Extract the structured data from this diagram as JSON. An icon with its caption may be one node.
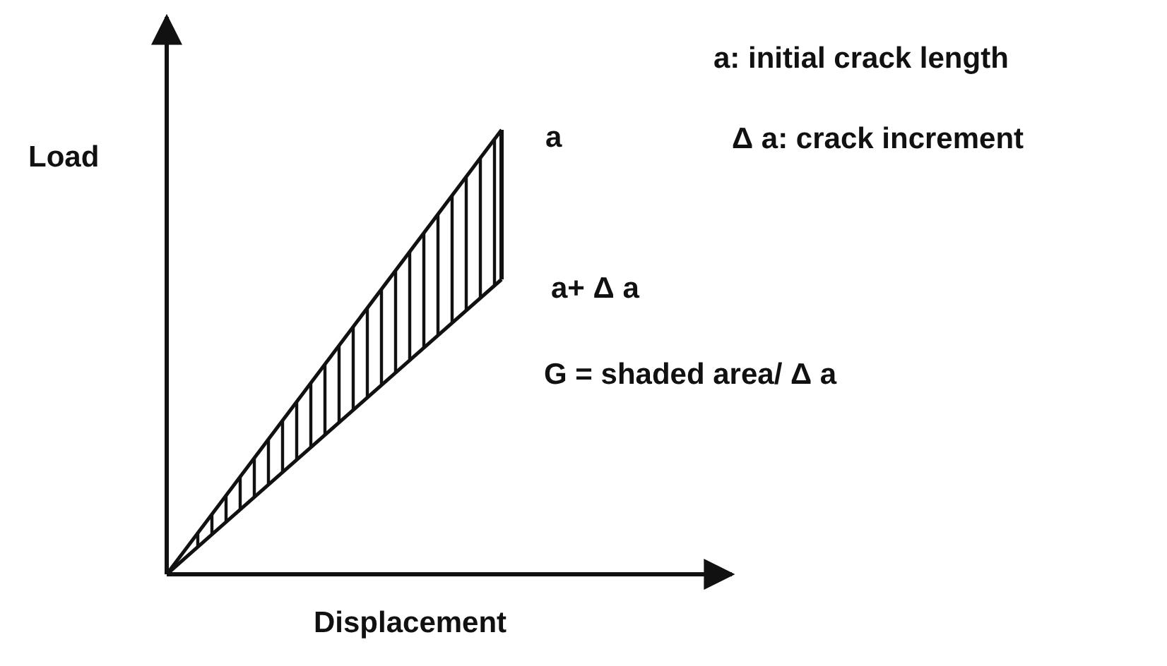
{
  "diagram": {
    "labels": [
      "a: initial crack length",
      "Δ a: crack increment",
      "Load",
      "a",
      "a+ Δ a",
      "G = shaded area/ Δ a",
      "Displacement"
    ]
  }
}
